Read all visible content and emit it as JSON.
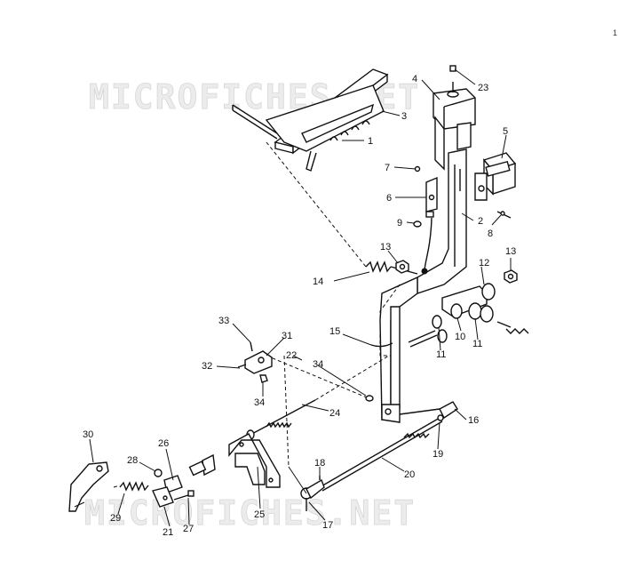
{
  "watermark": {
    "text_top": "MICROFICHES.NET",
    "text_bottom": "MICROFICHES.NET"
  },
  "corner_mark": "1",
  "callouts": [
    {
      "id": "1",
      "label": "1"
    },
    {
      "id": "2",
      "label": "2"
    },
    {
      "id": "3",
      "label": "3"
    },
    {
      "id": "4",
      "label": "4"
    },
    {
      "id": "5",
      "label": "5"
    },
    {
      "id": "6",
      "label": "6"
    },
    {
      "id": "7",
      "label": "7"
    },
    {
      "id": "8",
      "label": "8"
    },
    {
      "id": "9",
      "label": "9"
    },
    {
      "id": "10",
      "label": "10"
    },
    {
      "id": "11a",
      "label": "11"
    },
    {
      "id": "11b",
      "label": "11"
    },
    {
      "id": "12",
      "label": "12"
    },
    {
      "id": "13a",
      "label": "13"
    },
    {
      "id": "13b",
      "label": "13"
    },
    {
      "id": "14",
      "label": "14"
    },
    {
      "id": "15",
      "label": "15"
    },
    {
      "id": "16",
      "label": "16"
    },
    {
      "id": "17",
      "label": "17"
    },
    {
      "id": "18",
      "label": "18"
    },
    {
      "id": "19",
      "label": "19"
    },
    {
      "id": "20",
      "label": "20"
    },
    {
      "id": "21",
      "label": "21"
    },
    {
      "id": "22",
      "label": "22"
    },
    {
      "id": "23",
      "label": "23"
    },
    {
      "id": "24",
      "label": "24"
    },
    {
      "id": "25",
      "label": "25"
    },
    {
      "id": "26",
      "label": "26"
    },
    {
      "id": "27",
      "label": "27"
    },
    {
      "id": "28",
      "label": "28"
    },
    {
      "id": "29",
      "label": "29"
    },
    {
      "id": "30",
      "label": "30"
    },
    {
      "id": "31",
      "label": "31"
    },
    {
      "id": "32",
      "label": "32"
    },
    {
      "id": "33",
      "label": "33"
    },
    {
      "id": "34a",
      "label": "34"
    },
    {
      "id": "34b",
      "label": "34"
    }
  ]
}
